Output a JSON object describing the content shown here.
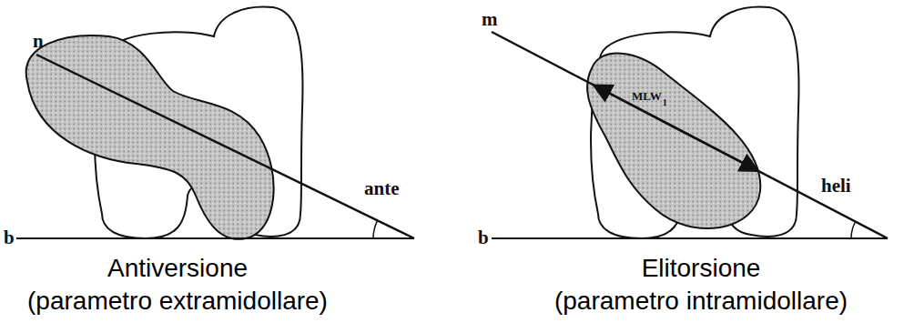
{
  "diagram": {
    "labels": [
      "n",
      "ante",
      "b",
      "Antiversione",
      "(parametro extramidollare)",
      "m",
      "MLW",
      "1",
      "heli",
      "b",
      "Elitorsione",
      "(parametro intramidollare)"
    ]
  }
}
